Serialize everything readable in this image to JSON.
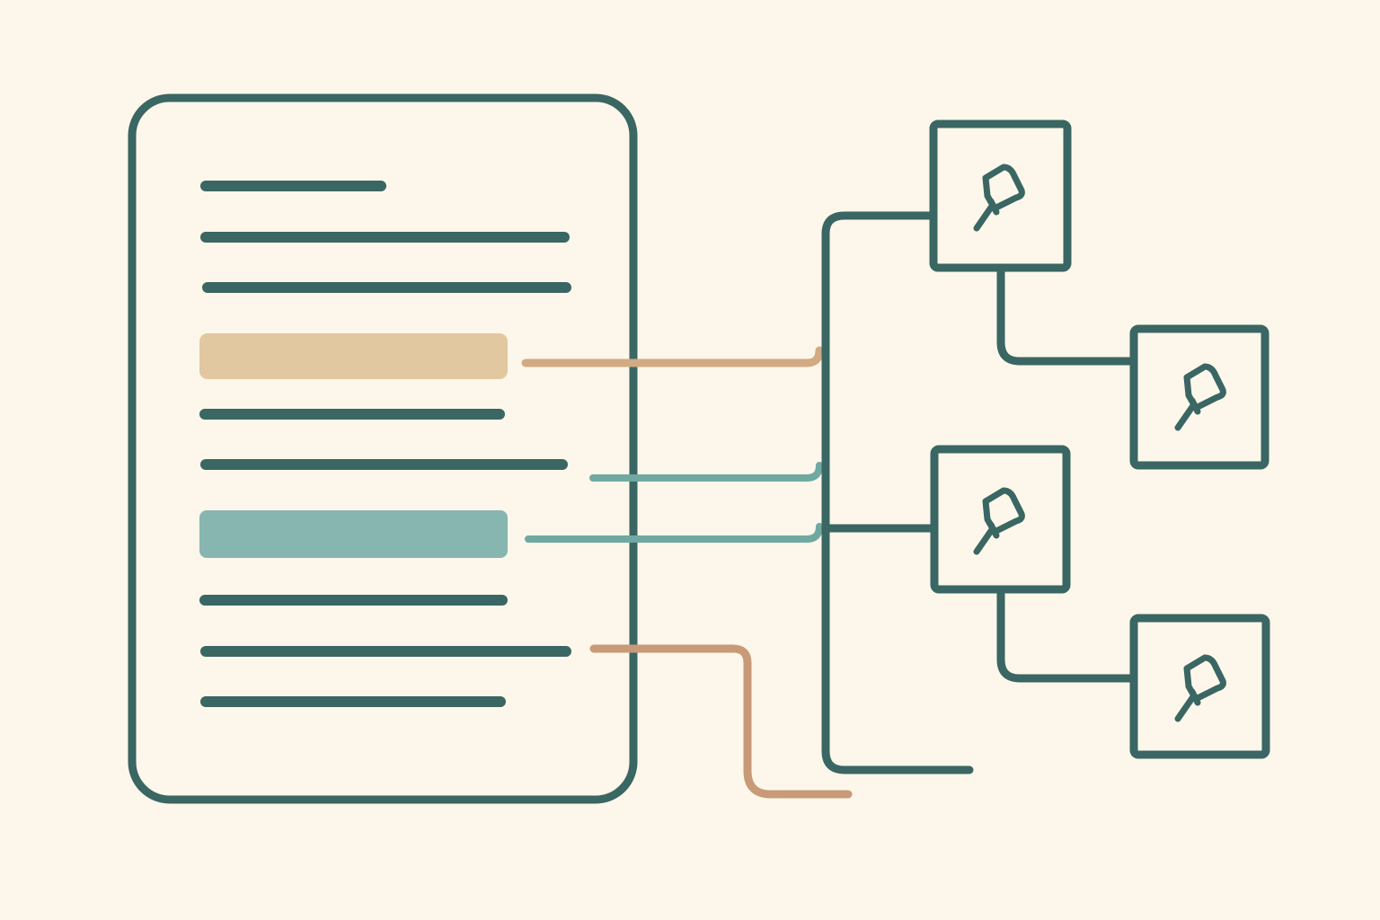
{
  "colors": {
    "background": "#fcf7ea",
    "ink": "#3a6663",
    "accent_tan": "#e2c8a0",
    "accent_tan_line": "#d2aa83",
    "accent_brown_line": "#c99a77",
    "accent_teal": "#86b6af",
    "accent_teal_line": "#6fa9a1",
    "card_mint": "#d6e8dc",
    "card_tan": "#e5cba0",
    "card_plain": "#fcf7ea"
  },
  "document": {
    "line_count": 10,
    "highlights": [
      "tan",
      "teal"
    ]
  },
  "pin_cards": [
    {
      "id": "pin-card-1",
      "fill": "plain"
    },
    {
      "id": "pin-card-2",
      "fill": "mint"
    },
    {
      "id": "pin-card-3",
      "fill": "mint"
    },
    {
      "id": "pin-card-4",
      "fill": "tan"
    }
  ],
  "icons": [
    "pushpin-icon"
  ]
}
